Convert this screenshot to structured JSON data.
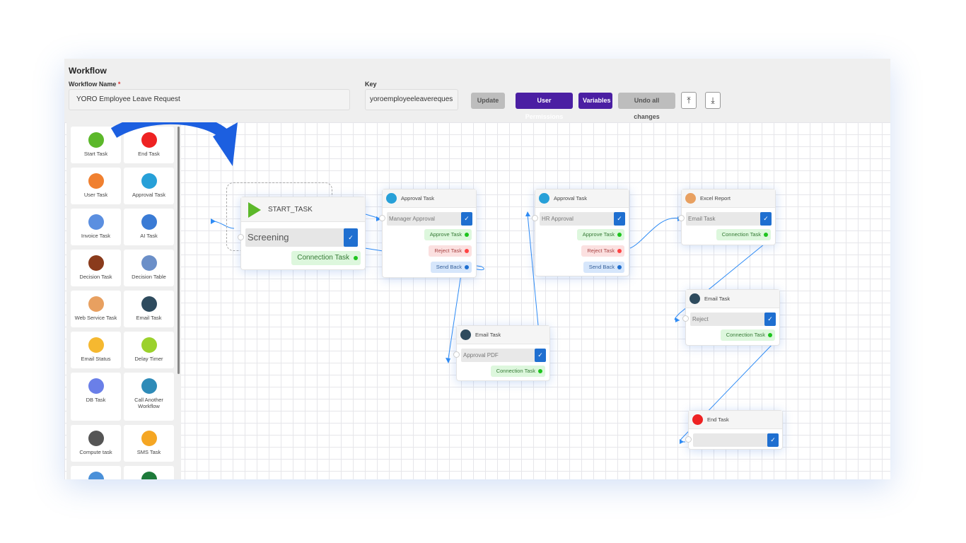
{
  "header": {
    "title": "Workflow",
    "name_label": "Workflow Name",
    "required_mark": "*",
    "name_value": "YORO Employee Leave Request",
    "key_label": "Key",
    "key_value": "yoroemployeeleavereques",
    "buttons": {
      "update": "Update",
      "user_permissions": "User Permissions",
      "variables": "Variables",
      "undo": "Undo all changes"
    },
    "icons": {
      "upload": "upload-icon",
      "download": "download-icon"
    }
  },
  "palette": [
    {
      "label": "Start Task",
      "icon": "play-icon"
    },
    {
      "label": "End Task",
      "icon": "stop-icon"
    },
    {
      "label": "User Task",
      "icon": "user-icon"
    },
    {
      "label": "Approval Task",
      "icon": "approval-check-icon"
    },
    {
      "label": "Invoice Task",
      "icon": "invoice-icon"
    },
    {
      "label": "AI Task",
      "icon": "ai-icon"
    },
    {
      "label": "Decision Task",
      "icon": "signpost-icon"
    },
    {
      "label": "Decision Table",
      "icon": "table-icon"
    },
    {
      "label": "Web Service Task",
      "icon": "api-icon"
    },
    {
      "label": "Email Task",
      "icon": "email-icon"
    },
    {
      "label": "Email Status",
      "icon": "email-status-icon"
    },
    {
      "label": "Delay Timer",
      "icon": "timer-icon"
    },
    {
      "label": "DB Task",
      "icon": "database-icon"
    },
    {
      "label": "Call Another Workflow",
      "icon": "hierarchy-icon"
    },
    {
      "label": "Compute task",
      "icon": "compute-icon"
    },
    {
      "label": "SMS Task",
      "icon": "sms-icon"
    },
    {
      "label": "",
      "icon": "clipboard-icon"
    },
    {
      "label": "",
      "icon": "excel-icon"
    }
  ],
  "nodes": {
    "start": {
      "title": "START_TASK",
      "field": "Screening",
      "out": "Connection Task"
    },
    "approval1": {
      "title": "Approval Task",
      "field": "Manager Approval",
      "approve": "Approve Task",
      "reject": "Reject Task",
      "send_back": "Send Back"
    },
    "approval2": {
      "title": "Approval Task",
      "field": "HR Approval",
      "approve": "Approve Task",
      "reject": "Reject Task",
      "send_back": "Send Back"
    },
    "excel": {
      "title": "Excel Report",
      "field": "Email Task",
      "out": "Connection Task"
    },
    "email1": {
      "title": "Email Task",
      "field": "Approval PDF",
      "out": "Connection Task"
    },
    "email2": {
      "title": "Email Task",
      "field": "Reject",
      "out": "Connection Task"
    },
    "end": {
      "title": "End Task",
      "field": ""
    }
  },
  "colors": {
    "accent": "#4b1fa3",
    "check": "#1f6fd0",
    "connector": "#2f8cf5"
  }
}
